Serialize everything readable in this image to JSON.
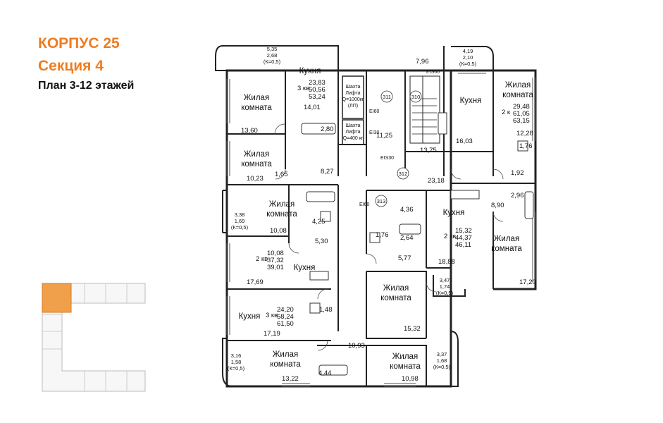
{
  "header": {
    "building": "КОРПУС 25",
    "section": "Секция 4",
    "plan": "План 3-12 этажей"
  },
  "labels": {
    "living": "Жилая комната",
    "kitchen": "Кухня"
  },
  "shafts": {
    "lift_big": [
      "Шахта",
      "Лифта",
      "Q=1000кг",
      "(ЛП)"
    ],
    "lift_small": [
      "Шахта",
      "Лифта",
      "Q=400 кг"
    ],
    "ids": [
      "311",
      "310",
      "312",
      "313"
    ],
    "codes": [
      "EI60",
      "EI30",
      "EIS60",
      "EIS30",
      "EI60"
    ]
  },
  "apartments": [
    {
      "code": "3 кв",
      "living": "23,83",
      "total": "50,56",
      "full": "53,24"
    },
    {
      "code": "2 к",
      "living": "29,48",
      "total": "61,05",
      "full": "63,15"
    },
    {
      "code": "2 кв",
      "living": "15,32",
      "total": "44,37",
      "full": "46,11"
    },
    {
      "code": "2 кв",
      "living": "10,08",
      "total": "37,32",
      "full": "39,01"
    },
    {
      "code": "3 кв",
      "living": "24,20",
      "total": "58,24",
      "full": "61,50"
    }
  ],
  "balconies": [
    {
      "area": "5,35",
      "reduced": "2,68",
      "coef": "(К=0,5)"
    },
    {
      "area": "4,19",
      "reduced": "2,10",
      "coef": "(К=0,5)"
    },
    {
      "area": "3,38",
      "reduced": "1,69",
      "coef": "(К=0,5)"
    },
    {
      "area": "3,47",
      "reduced": "1,74",
      "coef": "(К=0,5)"
    },
    {
      "area": "3,16",
      "reduced": "1,58",
      "coef": "(К=0,5)"
    },
    {
      "area": "3,37",
      "reduced": "1,68",
      "coef": "(К=0,5)"
    }
  ],
  "room_areas": {
    "r1360": "13,60",
    "r1401": "14,01",
    "r280": "2,80",
    "r1023": "10,23",
    "r165": "1,65",
    "r827": "8,27",
    "r1125": "11,25",
    "r1375": "13,75",
    "r796": "7,96",
    "r1603": "16,03",
    "r1228": "12,28",
    "r176a": "1,76",
    "r192": "1,92",
    "r296": "2,96",
    "r2318": "23,18",
    "r890": "8,90",
    "r1720": "17,20",
    "r436": "4,36",
    "r176b": "1,76",
    "r264": "2,64",
    "r1888": "18,88",
    "r577": "5,77",
    "r1532": "15,32",
    "r1008": "10,08",
    "r425": "4,25",
    "r530": "5,30",
    "r1769": "17,69",
    "r148": "1,48",
    "r1719": "17,19",
    "r1093": "10,93",
    "r1322": "13,22",
    "r444": "4,44",
    "r1098": "10,98"
  }
}
